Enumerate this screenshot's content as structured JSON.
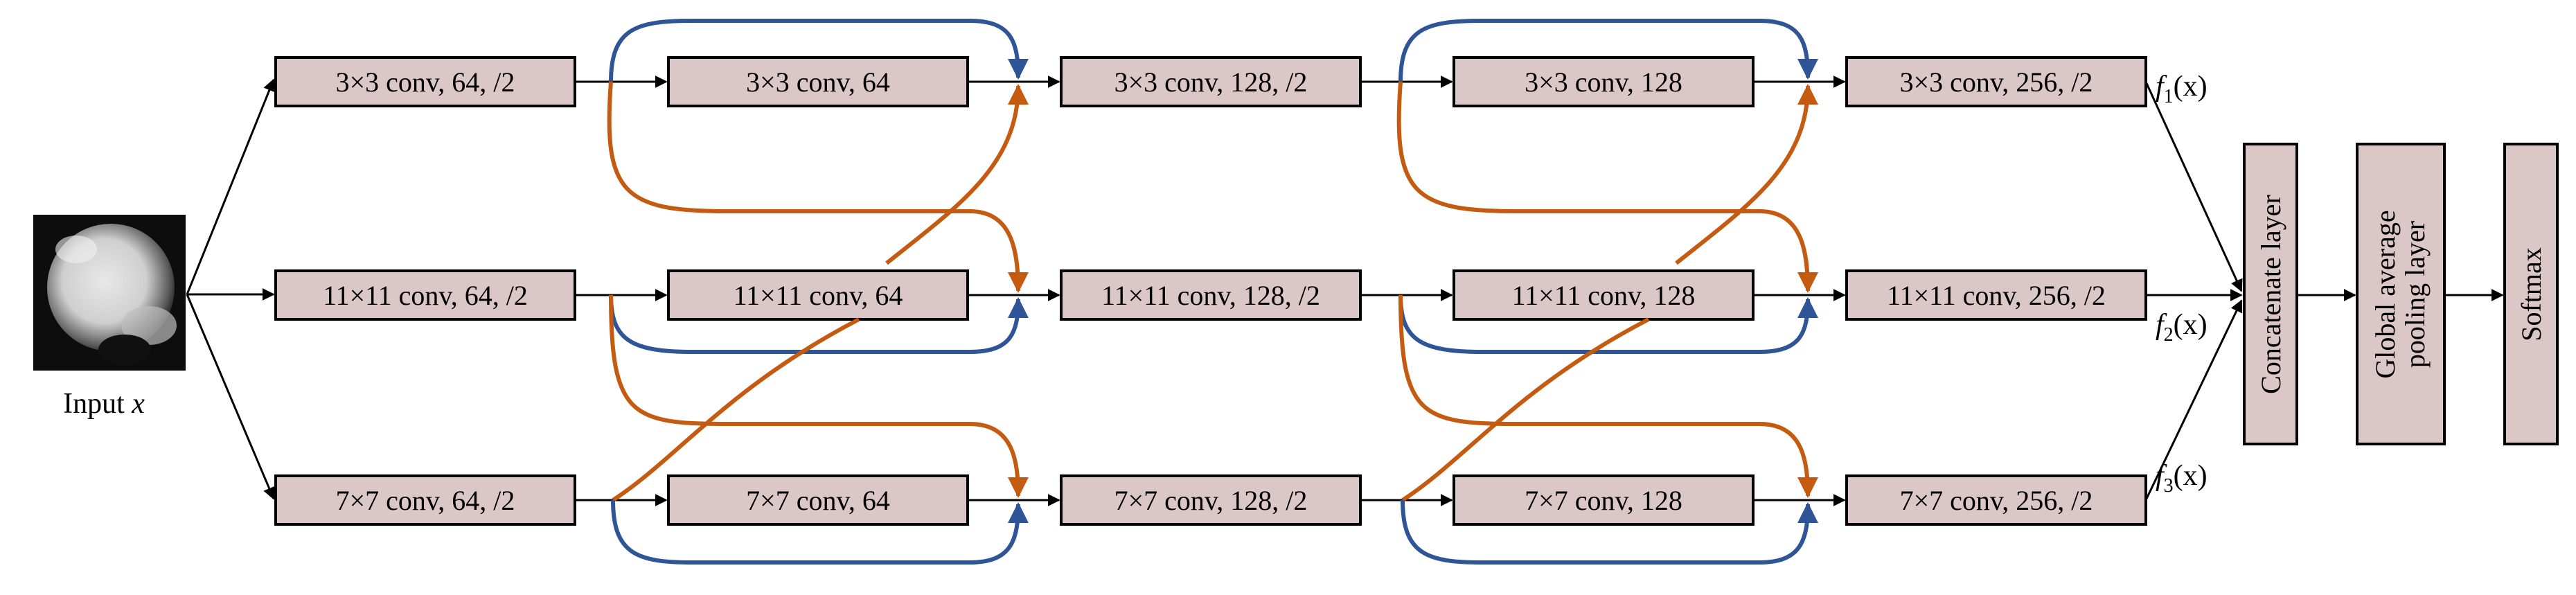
{
  "input": {
    "label": "Input",
    "var": "x"
  },
  "rows": {
    "top": [
      "3×3 conv, 64, /2",
      "3×3 conv, 64",
      "3×3 conv, 128, /2",
      "3×3 conv, 128",
      "3×3 conv, 256, /2"
    ],
    "middle": [
      "11×11 conv, 64, /2",
      "11×11 conv, 64",
      "11×11 conv, 128, /2",
      "11×11 conv, 128",
      "11×11 conv, 256, /2"
    ],
    "bottom": [
      "7×7 conv, 64, /2",
      "7×7 conv, 64",
      "7×7 conv, 128, /2",
      "7×7 conv, 128",
      "7×7 conv, 256, /2"
    ]
  },
  "outputs": {
    "f1": {
      "f": "f",
      "sub": "1",
      "arg": "(x)"
    },
    "f2": {
      "f": "f",
      "sub": "2",
      "arg": "(x)"
    },
    "f3": {
      "f": "f",
      "sub": "3",
      "arg": "(x)"
    }
  },
  "heads": {
    "concat": "Concatenate  layer",
    "gap_line1": "Global average",
    "gap_line2": "pooling layer",
    "softmax": "Softmax"
  },
  "colors": {
    "box_fill": "#dcc7c8",
    "blue": "#2f5597",
    "orange": "#c55a11"
  }
}
